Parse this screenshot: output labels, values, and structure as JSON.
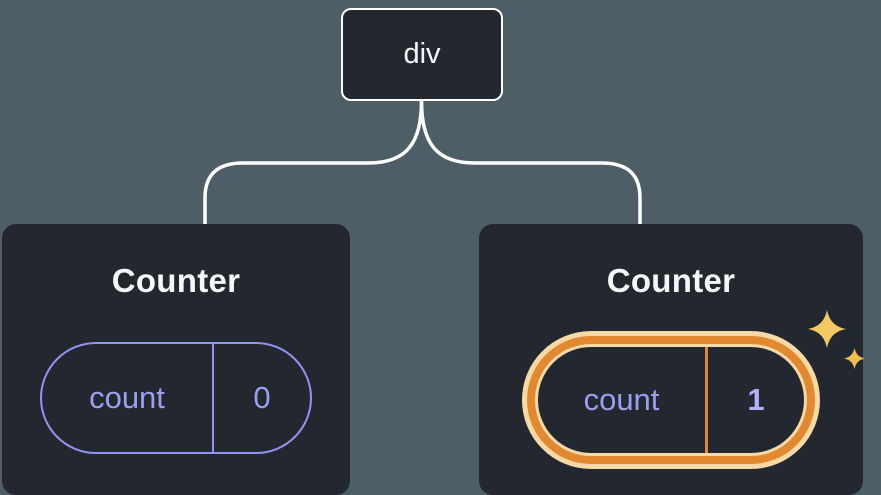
{
  "canvas": {
    "background": "#4D5E66",
    "description": "React component tree diagram"
  },
  "tree": {
    "root": {
      "label": "div"
    },
    "children": [
      {
        "title": "Counter",
        "state": {
          "key": "count",
          "value": "0"
        },
        "highlighted": false
      },
      {
        "title": "Counter",
        "state": {
          "key": "count",
          "value": "1"
        },
        "highlighted": true
      }
    ]
  },
  "icons": {
    "sparkle_large": "four-point-star-icon",
    "sparkle_small": "four-point-star-icon"
  },
  "colors": {
    "node_background": "#23272F",
    "node_border": "#FFFFFF",
    "text": "#F6F7F9",
    "state_purple": "#9393F2",
    "state_value_highlight": "#B2B2FC",
    "highlight_orange": "#E2882F",
    "highlight_cream": "#F6D9A4",
    "sparkle_gold_light": "#F2C963",
    "sparkle_gold_dark": "#EFBE4F",
    "connector": "#FFFFFF"
  }
}
